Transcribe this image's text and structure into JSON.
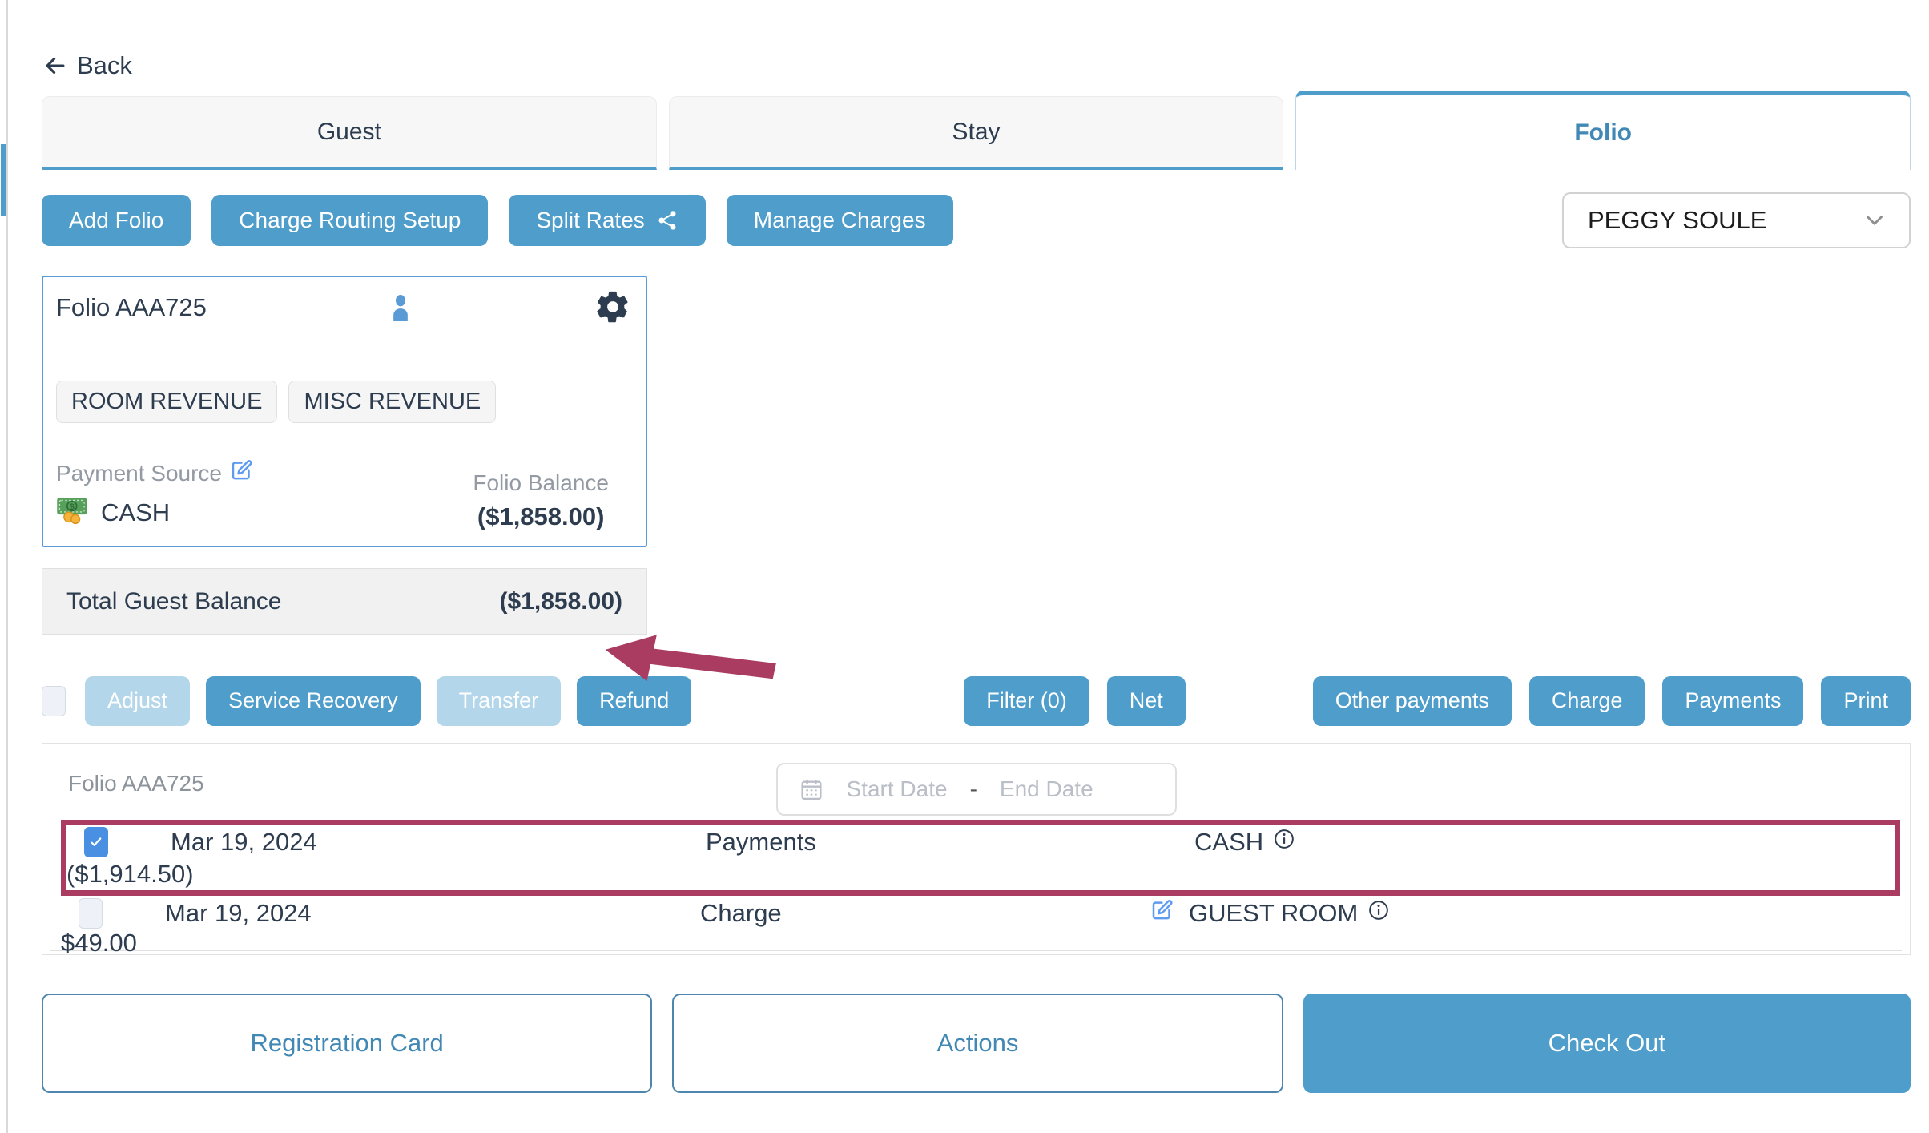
{
  "back": {
    "label": "Back"
  },
  "tabs": [
    {
      "label": "Guest",
      "active": false
    },
    {
      "label": "Stay",
      "active": false
    },
    {
      "label": "Folio",
      "active": true
    }
  ],
  "toolbar": {
    "add_folio": "Add Folio",
    "charge_routing": "Charge Routing Setup",
    "split_rates": "Split Rates",
    "manage_charges": "Manage Charges"
  },
  "guest_select": {
    "value": "PEGGY SOULE"
  },
  "folio_card": {
    "title": "Folio AAA725",
    "badges": [
      "ROOM REVENUE",
      "MISC REVENUE"
    ],
    "payment_source_label": "Payment Source",
    "payment_source_value": "CASH",
    "balance_label": "Folio Balance",
    "balance_value": "($1,858.00)"
  },
  "total_balance": {
    "label": "Total Guest Balance",
    "value": "($1,858.00)"
  },
  "actions_row": {
    "adjust": "Adjust",
    "service_recovery": "Service Recovery",
    "transfer": "Transfer",
    "refund": "Refund",
    "filter": "Filter (0)",
    "net": "Net",
    "other_payments": "Other payments",
    "charge": "Charge",
    "payments": "Payments",
    "print": "Print"
  },
  "table": {
    "title": "Folio AAA725",
    "date_start_placeholder": "Start Date",
    "date_separator": "-",
    "date_end_placeholder": "End Date",
    "rows": [
      {
        "date": "Mar 19, 2024",
        "type": "Payments",
        "description": "CASH",
        "amount": "($1,914.50)",
        "checked": true,
        "highlighted": true
      },
      {
        "date": "Mar 19, 2024",
        "type": "Charge",
        "description": "GUEST ROOM",
        "amount": "$49.00",
        "checked": false,
        "highlighted": false
      }
    ]
  },
  "footer": {
    "registration_card": "Registration Card",
    "actions": "Actions",
    "check_out": "Check Out"
  },
  "colors": {
    "primary_blue": "#4e9dcb",
    "disabled_blue": "#b3d6ea",
    "active_tab_text": "#4288b5",
    "card_border_blue": "#5b9bd5",
    "annotation_maroon": "#a93c60",
    "navy_text": "#2d3d4f"
  }
}
